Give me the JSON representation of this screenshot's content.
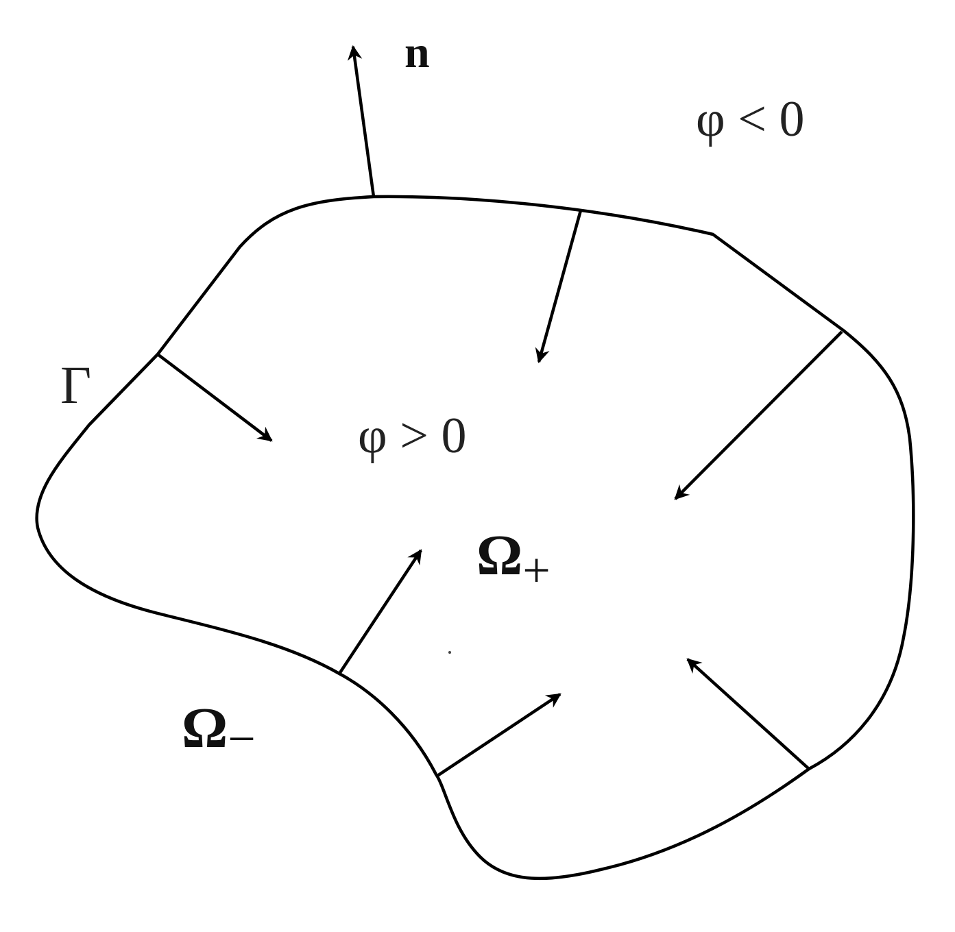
{
  "labels": {
    "normal": "n",
    "phi_outside": "φ < 0",
    "phi_inside": "φ > 0",
    "boundary": "Γ",
    "omega_plus": "Ω",
    "omega_plus_sub": "+",
    "omega_minus": "Ω",
    "omega_minus_sub": "−"
  },
  "colors": {
    "stroke": "#000000",
    "text": "#222222"
  }
}
